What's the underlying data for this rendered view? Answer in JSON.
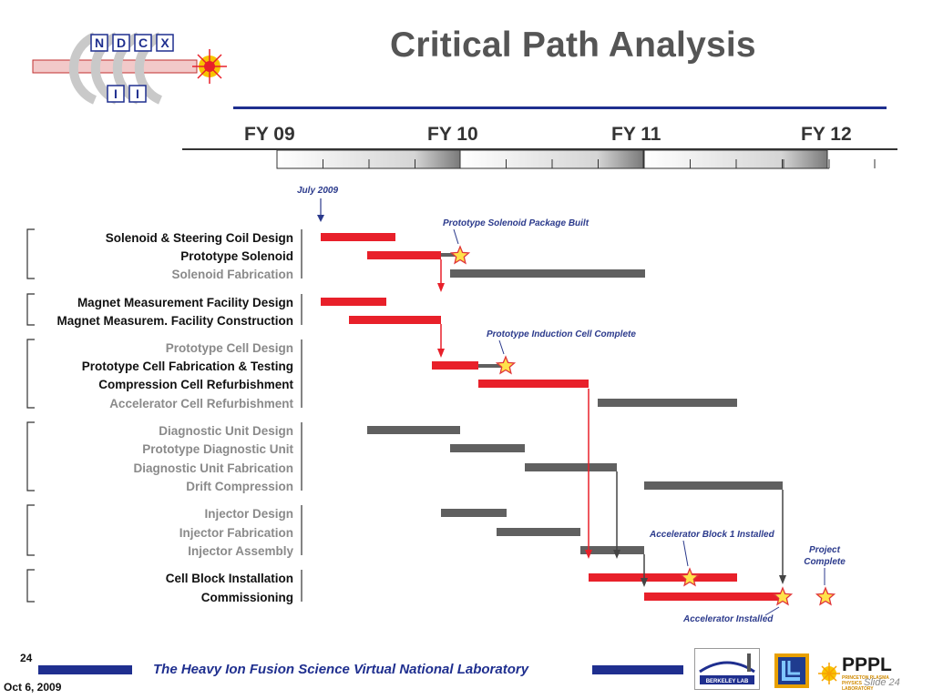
{
  "header": {
    "title": "Critical Path Analysis",
    "logo_letters": [
      "N",
      "D",
      "C",
      "X",
      "I",
      "I"
    ]
  },
  "timeline": {
    "fiscal_years": [
      "FY 09",
      "FY 10",
      "FY 11",
      "FY 12"
    ],
    "start_marker": "July 2009"
  },
  "groups": [
    {
      "tasks": [
        {
          "label": "Solenoid & Steering Coil Design",
          "critical": true
        },
        {
          "label": "Prototype Solenoid",
          "critical": true
        },
        {
          "label": "Solenoid Fabrication",
          "critical": false
        }
      ]
    },
    {
      "tasks": [
        {
          "label": "Magnet Measurement Facility Design",
          "critical": true
        },
        {
          "label": "Magnet Measurem. Facility Construction",
          "critical": true
        }
      ]
    },
    {
      "tasks": [
        {
          "label": "Prototype Cell Design",
          "critical": false
        },
        {
          "label": "Prototype Cell Fabrication & Testing",
          "critical": true
        },
        {
          "label": "Compression Cell Refurbishment",
          "critical": true
        },
        {
          "label": "Accelerator Cell Refurbishment",
          "critical": false
        }
      ]
    },
    {
      "tasks": [
        {
          "label": "Diagnostic Unit Design",
          "critical": false
        },
        {
          "label": "Prototype Diagnostic Unit",
          "critical": false
        },
        {
          "label": "Diagnostic Unit Fabrication",
          "critical": false
        },
        {
          "label": "Drift Compression",
          "critical": false
        }
      ]
    },
    {
      "tasks": [
        {
          "label": "Injector Design",
          "critical": false
        },
        {
          "label": "Injector Fabrication",
          "critical": false
        },
        {
          "label": "Injector Assembly",
          "critical": false
        }
      ]
    },
    {
      "tasks": [
        {
          "label": "Cell Block Installation",
          "critical": true
        },
        {
          "label": "Commissioning",
          "critical": true
        }
      ]
    }
  ],
  "milestones": [
    {
      "label": "Prototype Solenoid Package Built"
    },
    {
      "label": "Prototype Induction Cell Complete"
    },
    {
      "label": "Accelerator Block 1 Installed"
    },
    {
      "label": "Accelerator Installed"
    },
    {
      "label": "Project Complete"
    }
  ],
  "footer": {
    "page_number": "24",
    "date": "Oct 6, 2009",
    "lab_name": "The Heavy Ion Fusion Science Virtual National Laboratory",
    "slide_label": "Slide 24",
    "partner_logo_text": "PPPL",
    "partner_logo_subtext": "PRINCETON PLASMA PHYSICS LABORATORY",
    "berkeley_logo_text": "BERKELEY LAB"
  },
  "colors": {
    "critical": "#e8202a",
    "noncritical": "#606060",
    "accent": "#1f2f8f",
    "critical_label": "#111111",
    "noncritical_label": "#8a8a8a",
    "star_fill": "#ffe24a",
    "star_stroke": "#e0353a"
  }
}
